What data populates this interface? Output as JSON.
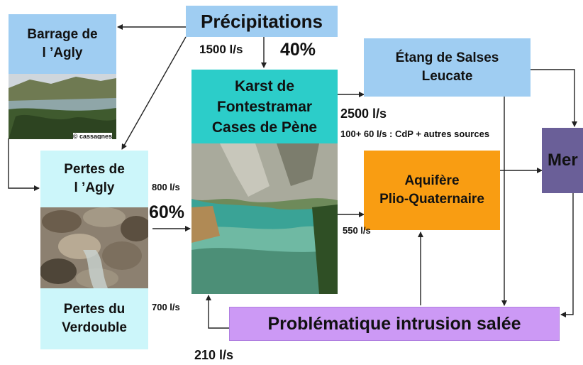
{
  "nodes": {
    "precipitations": "Précipitations",
    "barrage_line1": "Barrage de",
    "barrage_line2": "l ’Agly",
    "karst_line1": "Karst de",
    "karst_line2": "Fontestramar",
    "karst_line3": "Cases de Pène",
    "etang_line1": "Étang de Salses",
    "etang_line2": "Leucate",
    "mer": "Mer",
    "pertes_agly_line1": "Pertes de",
    "pertes_agly_line2": "l ’Agly",
    "pertes_verdouble_line1": "Pertes du",
    "pertes_verdouble_line2": "Verdouble",
    "aquifere_line1": "Aquifère",
    "aquifere_line2": "Plio-Quaternaire",
    "intrusion": "Problématique intrusion salée"
  },
  "flows": {
    "f1500": "1500 l/s",
    "p40": "40%",
    "f2500": "2500 l/s",
    "sources": "100+ 60 l/s : CdP + autres sources",
    "f800": "800 l/s",
    "p60": "60%",
    "f550": "550 l/s",
    "f700": "700 l/s",
    "f210": "210 l/s"
  },
  "credit": "© cassagnes",
  "colors": {
    "blue": "#9fcdf2",
    "teal": "#2ccdc9",
    "lightcyan": "#ccf6fa",
    "orange": "#f99d12",
    "purple": "#cc99f5",
    "slate": "#6a5f98"
  }
}
